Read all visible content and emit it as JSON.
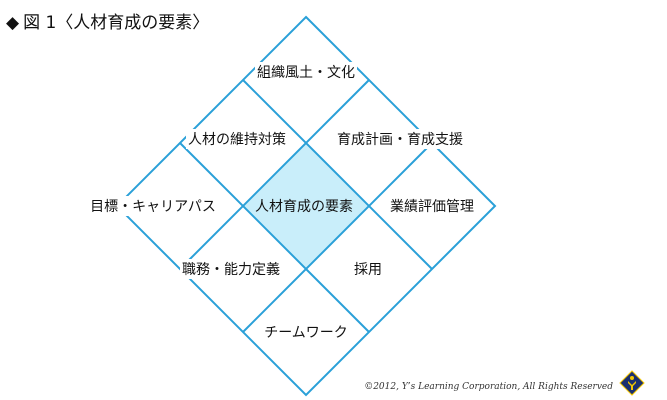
{
  "title": {
    "mark": "◆",
    "text": "図 1〈人材育成の要素〉"
  },
  "diagram": {
    "top": "組織風土・文化",
    "upper_left": "人材の維持対策",
    "upper_right": "育成計画・育成支援",
    "left": "目標・キャリアパス",
    "center": "人材育成の要素",
    "right": "業績評価管理",
    "lower_left": "職務・能力定義",
    "lower_right": "採用",
    "bottom": "チームワーク"
  },
  "colors": {
    "line": "#2aa0d8",
    "center_fill": "#c9eefa",
    "logo_bg": "#1a2f6e",
    "logo_fg": "#f2c500"
  },
  "copyright": "©2012, Y’s Learning Corporation, All Rights Reserved",
  "logo_icon": "ys-learning-logo-icon"
}
